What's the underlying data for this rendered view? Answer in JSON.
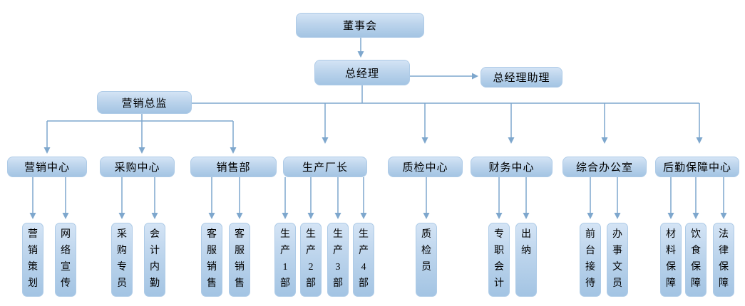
{
  "colors": {
    "node_fill_top": "#d4e4f5",
    "node_fill_bottom": "#a3c4e3",
    "node_border": "#aecbe7",
    "connector": "#7ea7cd",
    "text": "#000000",
    "background": "#ffffff"
  },
  "nodes": {
    "board": "董事会",
    "general_manager": "总经理",
    "gm_assistant": "总经理助理",
    "marketing_director": "营销总监",
    "departments": [
      "营销中心",
      "采购中心",
      "销售部",
      "生产厂长",
      "质检中心",
      "财务中心",
      "综合办公室",
      "后勤保障中心"
    ],
    "staff": [
      "营销策划",
      "网络宣传",
      "采购专员",
      "会计内勤",
      "客服销售",
      "客服销售",
      "生产1部",
      "生产2部",
      "生产3部",
      "生产4部",
      "质检员",
      "专职会计",
      "出纳",
      "前台接待",
      "办事文员",
      "材料保障",
      "饮食保障",
      "法律保障"
    ]
  },
  "hierarchy": {
    "董事会": [
      "总经理"
    ],
    "总经理": [
      "总经理助理",
      "营销总监",
      "生产厂长",
      "质检中心",
      "财务中心",
      "综合办公室",
      "后勤保障中心"
    ],
    "营销总监": [
      "营销中心",
      "采购中心",
      "销售部"
    ],
    "营销中心": [
      "营销策划",
      "网络宣传"
    ],
    "采购中心": [
      "采购专员",
      "会计内勤"
    ],
    "销售部": [
      "客服销售",
      "客服销售"
    ],
    "生产厂长": [
      "生产1部",
      "生产2部",
      "生产3部",
      "生产4部"
    ],
    "质检中心": [
      "质检员"
    ],
    "财务中心": [
      "专职会计",
      "出纳"
    ],
    "综合办公室": [
      "前台接待",
      "办事文员"
    ],
    "后勤保障中心": [
      "材料保障",
      "饮食保障",
      "法律保障"
    ]
  }
}
